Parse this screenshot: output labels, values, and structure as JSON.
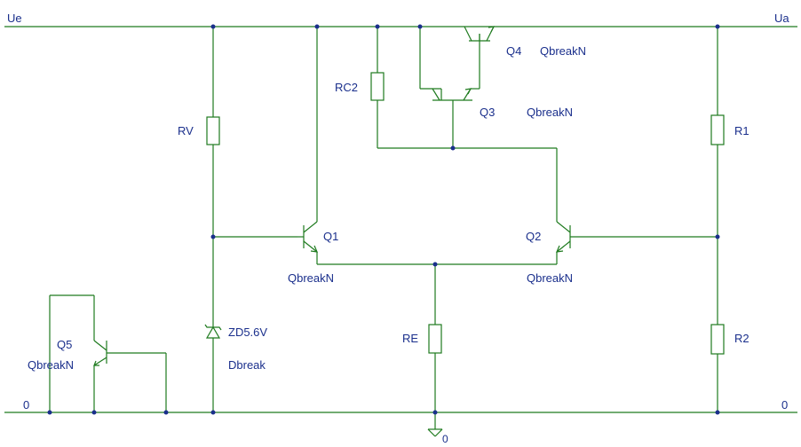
{
  "nets": {
    "input": "Ue",
    "output": "Ua",
    "ground_left": "0",
    "ground_right": "0",
    "ground_symbol": "0"
  },
  "resistors": {
    "rv": "RV",
    "rc2": "RC2",
    "re": "RE",
    "r1": "R1",
    "r2": "R2"
  },
  "transistors": {
    "q1": {
      "name": "Q1",
      "model": "QbreakN"
    },
    "q2": {
      "name": "Q2",
      "model": "QbreakN"
    },
    "q3": {
      "name": "Q3",
      "model": "QbreakN"
    },
    "q4": {
      "name": "Q4",
      "model": "QbreakN"
    },
    "q5": {
      "name": "Q5",
      "model": "QbreakN"
    }
  },
  "diode": {
    "name": "ZD5.6V",
    "model": "Dbreak"
  },
  "colors": {
    "wire": "#1e7a1e",
    "label": "#1a2f8c",
    "node": "#1a2f8c",
    "background": "#ffffff"
  }
}
